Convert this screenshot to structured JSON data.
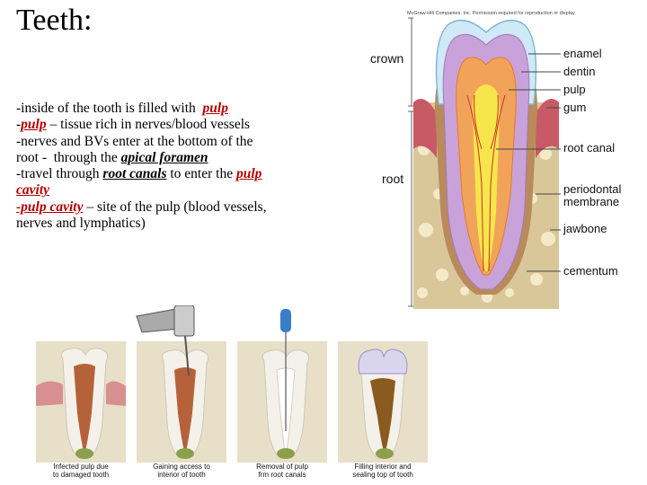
{
  "slide": {
    "title": "Teeth:",
    "lines": [
      {
        "parts": [
          {
            "t": "-inside of the tooth is filled with  ",
            "s": ""
          },
          {
            "t": "pulp",
            "s": "red"
          }
        ]
      },
      {
        "parts": [
          {
            "t": "-",
            "s": ""
          },
          {
            "t": "pulp",
            "s": "red"
          },
          {
            "t": " – tissue rich in nerves/blood vessels",
            "s": ""
          }
        ]
      },
      {
        "parts": [
          {
            "t": "-nerves and BVs enter at the bottom of the",
            "s": ""
          }
        ]
      },
      {
        "parts": [
          {
            "t": "root -  through the ",
            "s": ""
          },
          {
            "t": "apical foramen",
            "s": "bi"
          }
        ]
      },
      {
        "parts": [
          {
            "t": "-travel through ",
            "s": ""
          },
          {
            "t": "root canals",
            "s": "bi"
          },
          {
            "t": " to enter the ",
            "s": ""
          },
          {
            "t": "pulp",
            "s": "red"
          }
        ]
      },
      {
        "parts": [
          {
            "t": "cavity",
            "s": "red"
          }
        ]
      },
      {
        "parts": [
          {
            "t": "-pulp cavity",
            "s": "red"
          },
          {
            "t": " – site of the pulp (blood vessels,",
            "s": ""
          }
        ]
      },
      {
        "parts": [
          {
            "t": "nerves and lymphatics)",
            "s": ""
          }
        ]
      }
    ]
  },
  "tooth_diagram": {
    "credit": "McGraw-Hill Companies, Inc. Permission required for reproduction or display.",
    "left_labels": {
      "crown": "crown",
      "root": "root"
    },
    "right_labels": {
      "enamel": "enamel",
      "dentin": "dentin",
      "pulp": "pulp",
      "gum": "gum",
      "root_canal": "root canal",
      "periodontal": "periodontal\nmembrane",
      "jawbone": "jawbone",
      "cementum": "cementum"
    }
  },
  "root_canal_steps": [
    {
      "caption": "Infected pulp due\nto damaged tooth"
    },
    {
      "caption": "Gaining access to\ninterior of tooth"
    },
    {
      "caption": "Removal of pulp\nfrm root canals"
    },
    {
      "caption": "Filling interior and\nsealing top of tooth"
    }
  ]
}
